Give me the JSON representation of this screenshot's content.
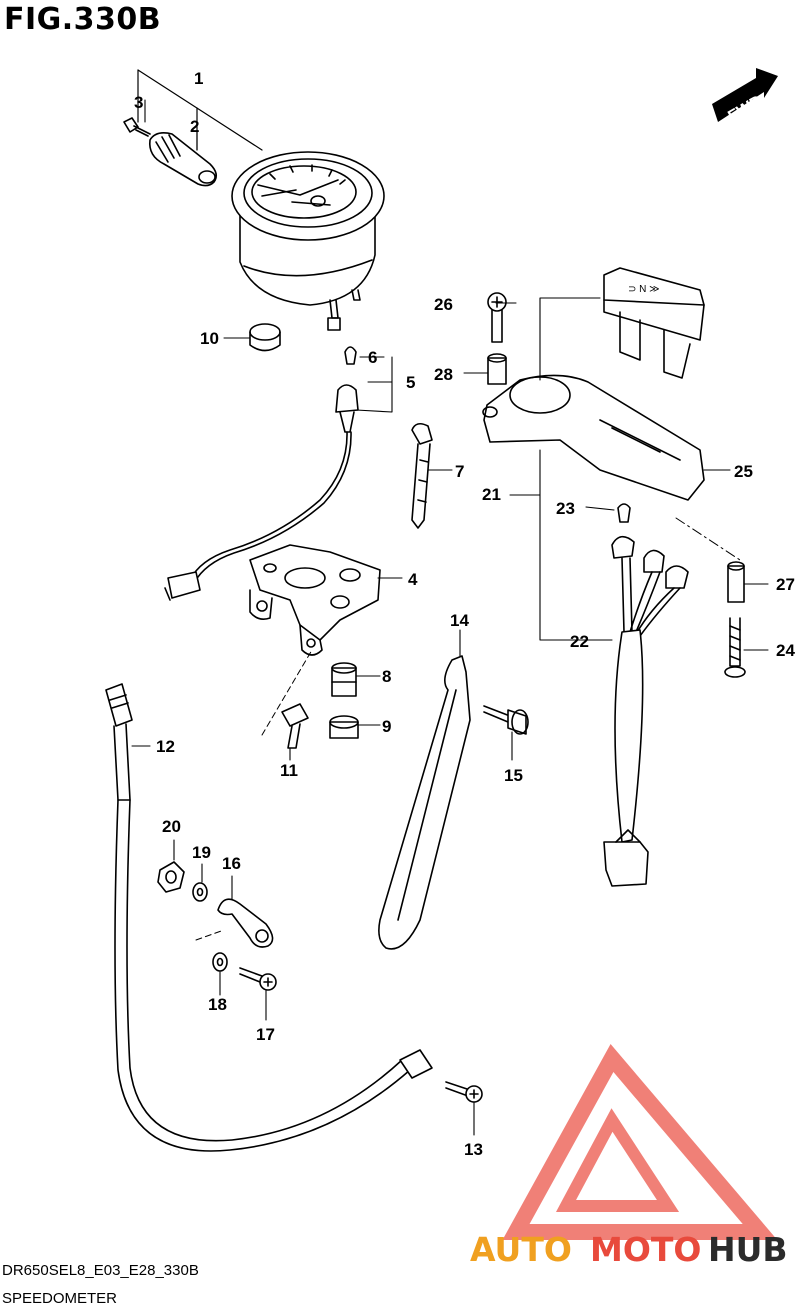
{
  "figure": {
    "title": "FIG.330B",
    "direction_label": "FWD"
  },
  "parts": [
    {
      "id": "1",
      "label": "1"
    },
    {
      "id": "2",
      "label": "2"
    },
    {
      "id": "3",
      "label": "3"
    },
    {
      "id": "4",
      "label": "4"
    },
    {
      "id": "5",
      "label": "5"
    },
    {
      "id": "6",
      "label": "6"
    },
    {
      "id": "7",
      "label": "7"
    },
    {
      "id": "8",
      "label": "8"
    },
    {
      "id": "9",
      "label": "9"
    },
    {
      "id": "10",
      "label": "10"
    },
    {
      "id": "11",
      "label": "11"
    },
    {
      "id": "12",
      "label": "12"
    },
    {
      "id": "13",
      "label": "13"
    },
    {
      "id": "14",
      "label": "14"
    },
    {
      "id": "15",
      "label": "15"
    },
    {
      "id": "16",
      "label": "16"
    },
    {
      "id": "17",
      "label": "17"
    },
    {
      "id": "18",
      "label": "18"
    },
    {
      "id": "19",
      "label": "19"
    },
    {
      "id": "20",
      "label": "20"
    },
    {
      "id": "21",
      "label": "21"
    },
    {
      "id": "22",
      "label": "22"
    },
    {
      "id": "23",
      "label": "23"
    },
    {
      "id": "24",
      "label": "24"
    },
    {
      "id": "25",
      "label": "25"
    },
    {
      "id": "26",
      "label": "26"
    },
    {
      "id": "27",
      "label": "27"
    },
    {
      "id": "28",
      "label": "28"
    }
  ],
  "footer": {
    "code": "DR650SEL8_E03_E28_330B",
    "name": "SPEEDOMETER"
  },
  "watermark": {
    "part_a": "AUTO",
    "part_b": "MOTO",
    "part_c": "HUB",
    "color_a": "#f0a020",
    "color_b": "#e84a3c",
    "color_c": "#2b2b2b",
    "logo_color": "#ee6a60"
  }
}
